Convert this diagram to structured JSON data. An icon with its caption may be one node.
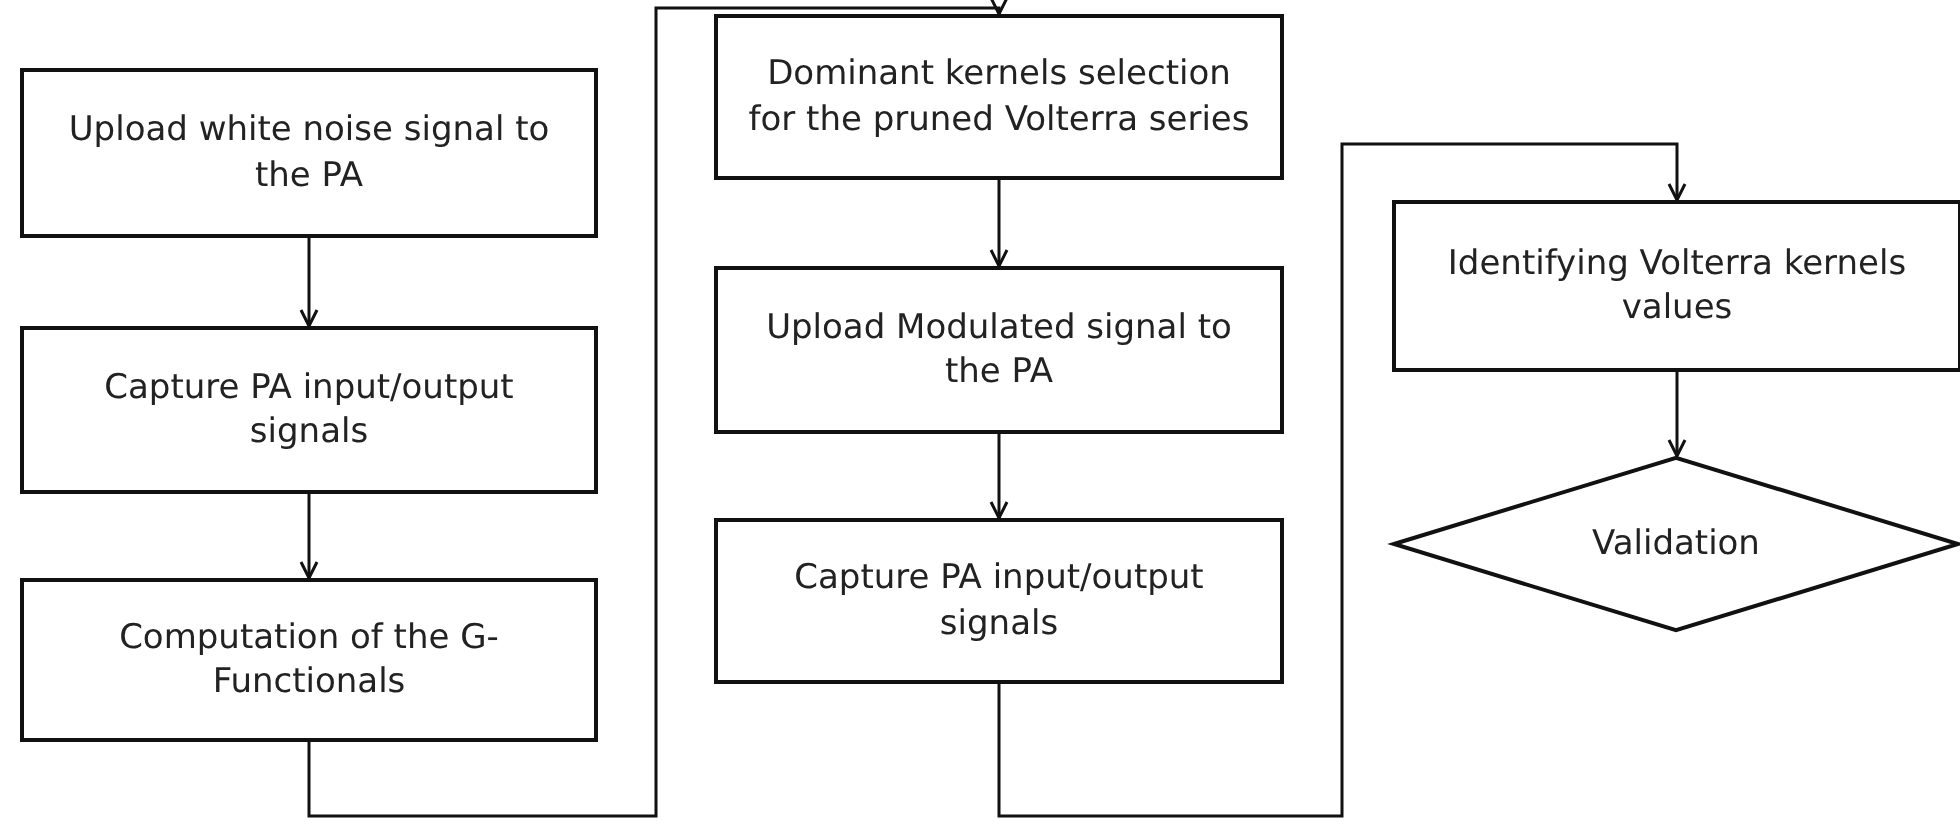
{
  "diagram": {
    "nodes": [
      {
        "text": [
          "Upload white noise signal to the PA"
        ]
      },
      {
        "text": [
          "Capture PA input/output signals"
        ]
      },
      {
        "text": [
          "Computation of the G-Functionals"
        ]
      },
      {
        "text": [
          "Dominant kernels selection for the pruned Volterra series"
        ]
      },
      {
        "text": [
          "Upload Modulated signal to the PA"
        ]
      },
      {
        "text": [
          "Capture PA input/output signals"
        ]
      },
      {
        "text": [
          "Identifying Volterra kernels values"
        ]
      },
      {
        "text": [
          "Validation"
        ]
      }
    ],
    "edges": [
      {
        "from": 0,
        "to": 1,
        "arrow": "to"
      },
      {
        "from": 1,
        "to": 2,
        "arrow": "to"
      },
      {
        "from": 2,
        "to": 3,
        "arrow": "to"
      },
      {
        "from": 3,
        "to": 4,
        "arrow": "to"
      },
      {
        "from": 4,
        "to": 5,
        "arrow": "to"
      },
      {
        "from": 5,
        "to": 6,
        "arrow": "to"
      },
      {
        "from": 6,
        "to": 7,
        "arrow": "to"
      }
    ]
  }
}
